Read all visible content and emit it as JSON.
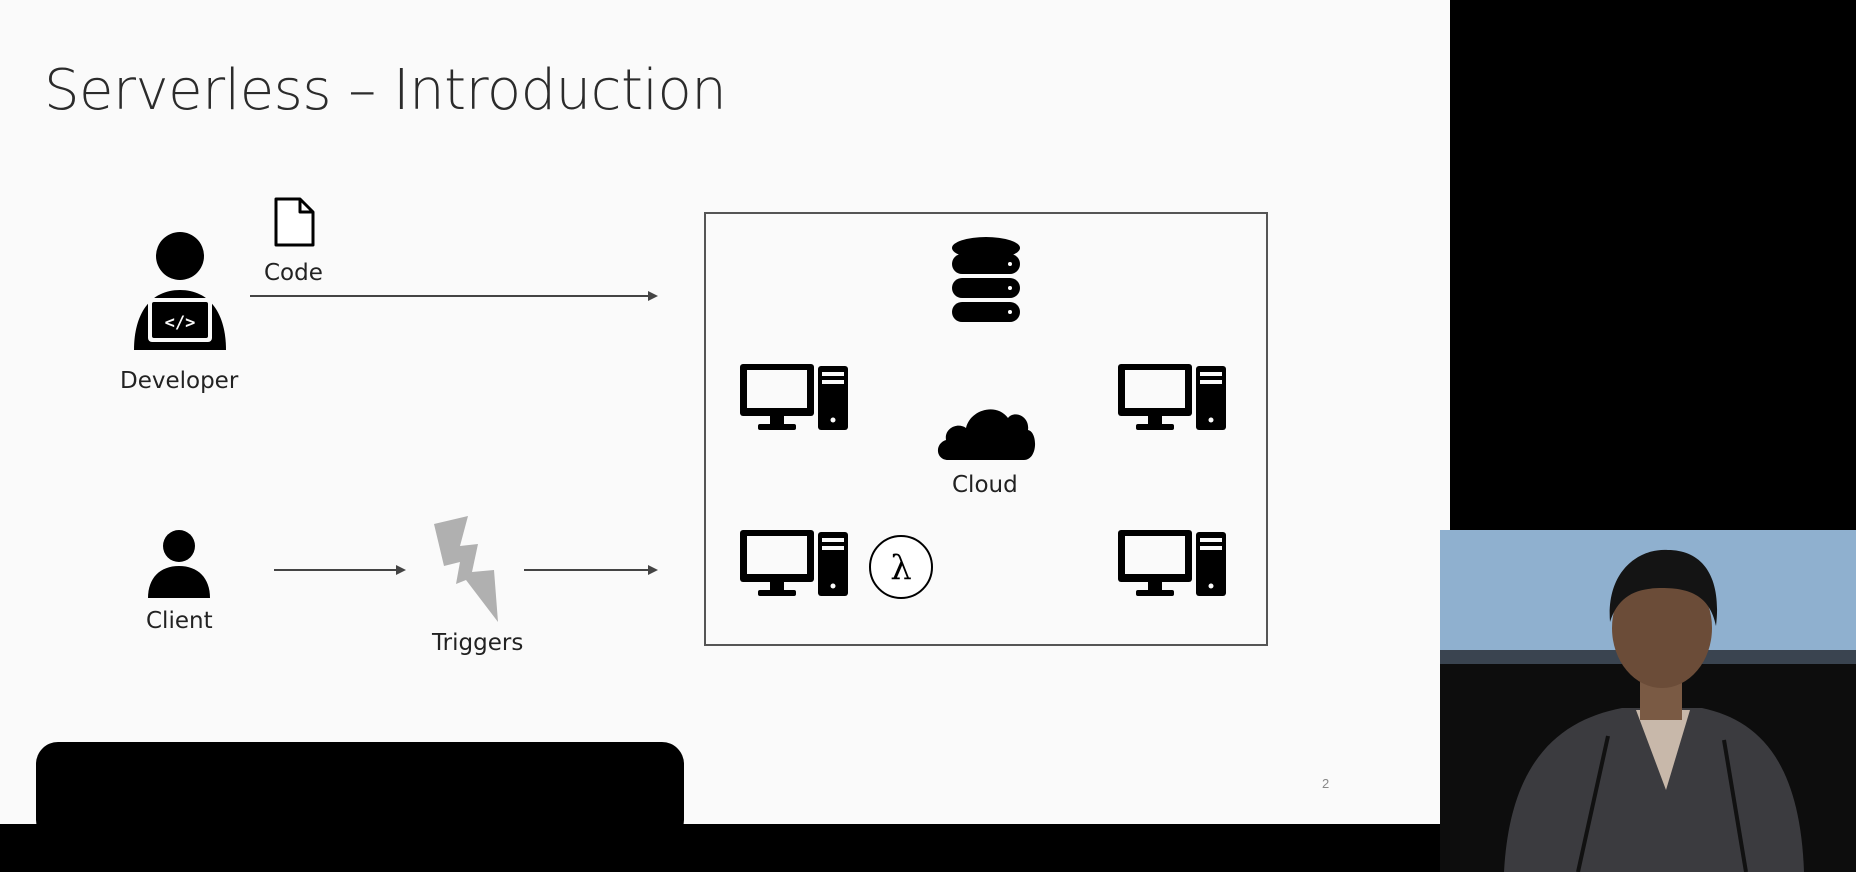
{
  "slide": {
    "title": "Serverless – Introduction",
    "page_number": "2",
    "developer_label": "Developer",
    "code_label": "Code",
    "client_label": "Client",
    "triggers_label": "Triggers",
    "cloud_label": "Cloud",
    "lambda_symbol": "λ"
  },
  "icons": {
    "developer": "developer-icon",
    "code_file": "document-icon",
    "client": "person-icon",
    "triggers": "lightning-icon",
    "database": "database-icon",
    "computer": "computer-icon",
    "cloud": "cloud-icon",
    "lambda": "lambda-icon"
  },
  "colors": {
    "slide_bg": "#fafafa",
    "icon": "#000000",
    "trigger": "#b0b0b0",
    "video_wall": "#8fb0cf"
  }
}
